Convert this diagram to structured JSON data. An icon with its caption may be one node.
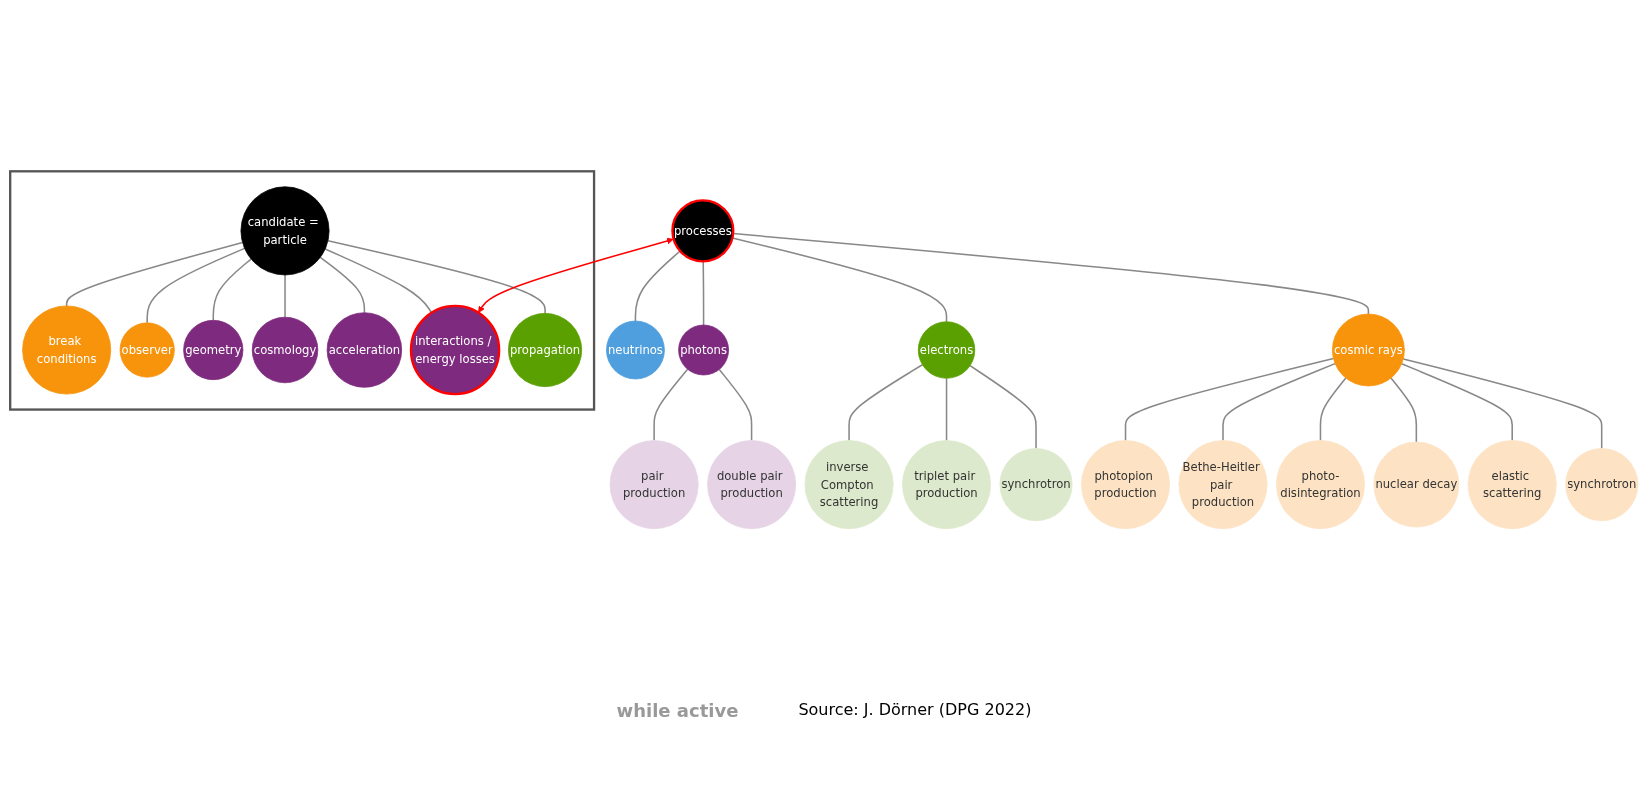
{
  "diagram": {
    "caption": "Source: J. Dörner (DPG 2022)",
    "nodes": [
      {
        "text": [
          "processes"
        ]
      },
      {
        "text": [
          "neutrinos"
        ]
      },
      {
        "text": [
          "photons"
        ]
      },
      {
        "text": [
          "pair production"
        ]
      },
      {
        "text": [
          "double pair production"
        ]
      },
      {
        "text": [
          "electrons"
        ]
      },
      {
        "text": [
          "inverse Compton scattering"
        ]
      },
      {
        "text": [
          "triplet pair production"
        ]
      },
      {
        "text": [
          "synchrotron"
        ]
      },
      {
        "text": [
          "cosmic rays"
        ]
      },
      {
        "text": [
          "photopion production"
        ]
      },
      {
        "text": [
          "Bethe-Heitler pair production"
        ]
      },
      {
        "text": [
          "photo-disintegration"
        ]
      },
      {
        "text": [
          "nuclear decay"
        ]
      },
      {
        "text": [
          "elastic scattering"
        ]
      },
      {
        "text": [
          "synchrotron"
        ]
      },
      {
        "text": [],
        "shape": "box"
      },
      {
        "text": [
          "candidate = particle"
        ],
        "in": 16
      },
      {
        "text": [
          "break conditions"
        ],
        "in": 16
      },
      {
        "text": [
          "observer"
        ],
        "in": 16
      },
      {
        "text": [
          "geometry"
        ],
        "in": 16
      },
      {
        "text": [
          "cosmology"
        ],
        "in": 16
      },
      {
        "text": [
          "acceleration"
        ],
        "in": 16
      },
      {
        "text": [
          "interactions / energy losses"
        ],
        "in": 16
      },
      {
        "text": [
          "propagation"
        ],
        "in": 16
      }
    ],
    "edges": [
      {
        "from": 0,
        "to": 1,
        "arrow": "none"
      },
      {
        "from": 0,
        "to": 2,
        "arrow": "none"
      },
      {
        "from": 2,
        "to": 3,
        "arrow": "none"
      },
      {
        "from": 2,
        "to": 4,
        "arrow": "none"
      },
      {
        "from": 0,
        "to": 5,
        "arrow": "none"
      },
      {
        "from": 5,
        "to": 6,
        "arrow": "none"
      },
      {
        "from": 5,
        "to": 7,
        "arrow": "none"
      },
      {
        "from": 5,
        "to": 8,
        "arrow": "none"
      },
      {
        "from": 0,
        "to": 9,
        "arrow": "none"
      },
      {
        "from": 9,
        "to": 10,
        "arrow": "none"
      },
      {
        "from": 9,
        "to": 11,
        "arrow": "none"
      },
      {
        "from": 9,
        "to": 12,
        "arrow": "none"
      },
      {
        "from": 9,
        "to": 13,
        "arrow": "none"
      },
      {
        "from": 9,
        "to": 14,
        "arrow": "none"
      },
      {
        "from": 9,
        "to": 15,
        "arrow": "none"
      },
      {
        "from": 17,
        "to": 18,
        "arrow": "none"
      },
      {
        "from": 17,
        "to": 19,
        "arrow": "none"
      },
      {
        "from": 17,
        "to": 20,
        "arrow": "none"
      },
      {
        "from": 17,
        "to": 21,
        "arrow": "none"
      },
      {
        "from": 17,
        "to": 22,
        "arrow": "none"
      },
      {
        "from": 17,
        "to": 23,
        "arrow": "none"
      },
      {
        "from": 17,
        "to": 24,
        "arrow": "none"
      },
      {
        "from": 0,
        "to": 23,
        "arrow": "both",
        "color": "#ff0000"
      }
    ],
    "labels": [
      "while active"
    ]
  }
}
